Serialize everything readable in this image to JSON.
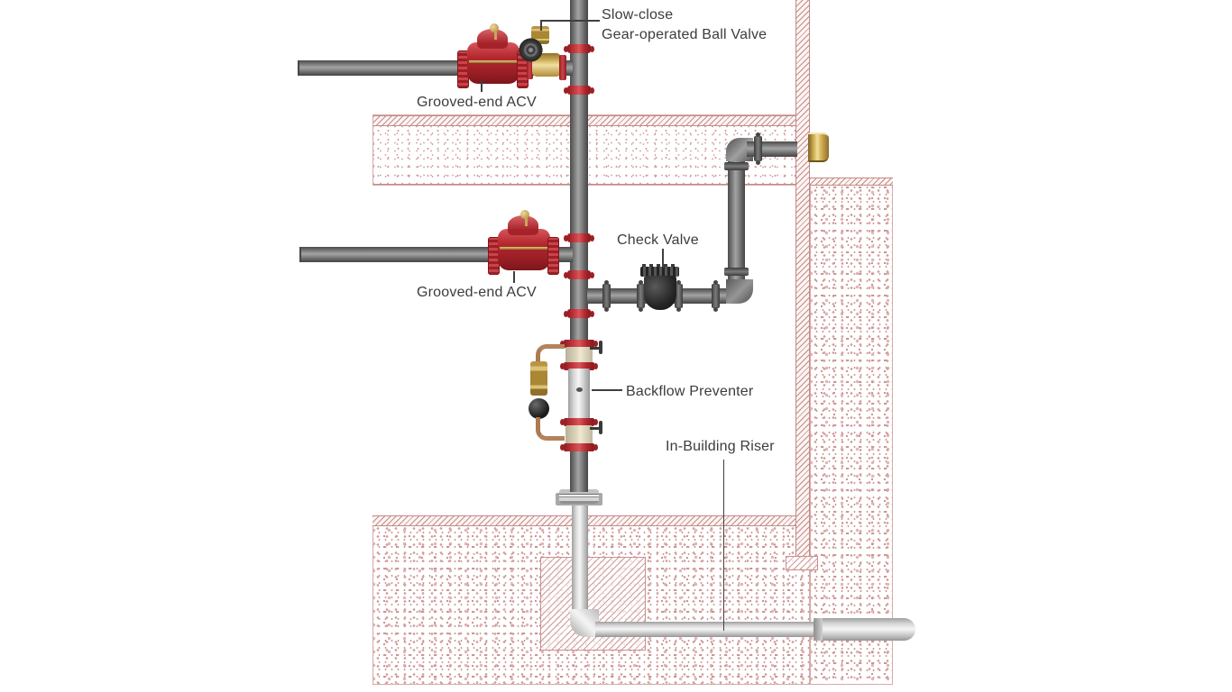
{
  "page": {
    "background": "#ffffff",
    "description": "Cutaway illustration of a fire-protection riser: underground in-building riser entering a building, backflow preventer, check valve, grooved-end automatic control valves and a slow-close gear-operated ball valve on a standpipe."
  },
  "annotations": {
    "slow_close_ball_valve": {
      "line1": "Slow-close",
      "line2": "Gear-operated Ball Valve"
    },
    "grooved_end_acv_top": {
      "text": "Grooved-end ACV"
    },
    "grooved_end_acv_middle": {
      "text": "Grooved-end ACV"
    },
    "check_valve": {
      "text": "Check Valve"
    },
    "backflow_preventer": {
      "text": "Backflow Preventer"
    },
    "in_building_riser": {
      "text": "In-Building Riser"
    }
  },
  "colors": {
    "pipe_dark": "#7b7b7b",
    "pipe_silver": "#d9d9d9",
    "valve_red": "#b2262c",
    "brass": "#c9a855",
    "copper": "#b5825c",
    "check_valve_black": "#262626",
    "concrete_pink": "#c98f8d",
    "label_text": "#3c3c3c",
    "leader_line": "#3f3f3f"
  }
}
